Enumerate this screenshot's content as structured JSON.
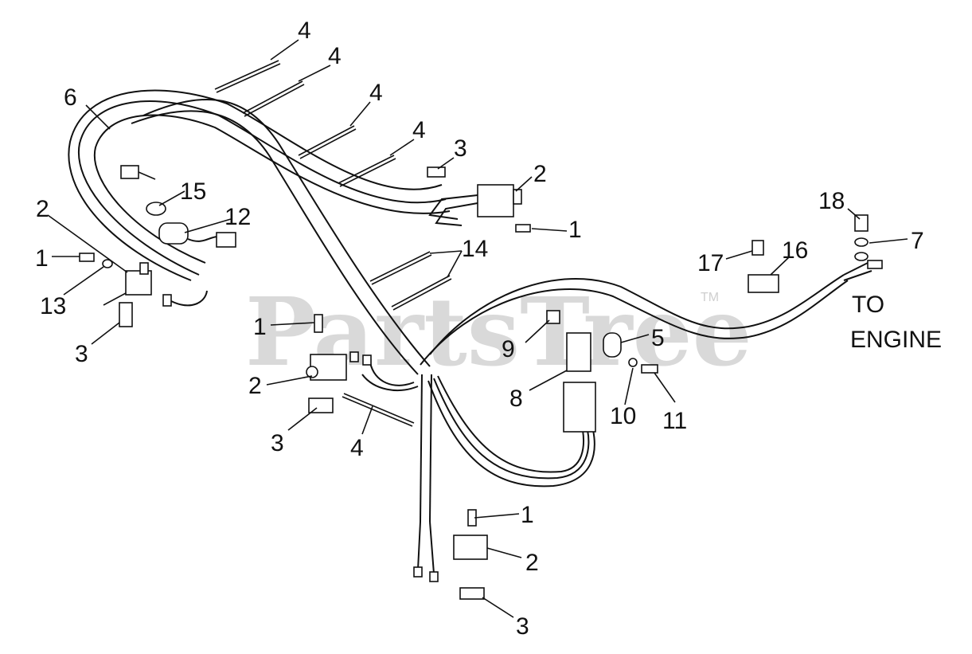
{
  "watermark": {
    "text": "PartsTree",
    "tm": "TM"
  },
  "caption": {
    "line1": "TO",
    "line2": "ENGINE"
  },
  "callouts": {
    "c4a": "4",
    "c4b": "4",
    "c4c": "4",
    "c4d": "4",
    "c4e": "4",
    "c6": "6",
    "c3a": "3",
    "c2a": "2",
    "c1a": "1",
    "c15": "15",
    "c12": "12",
    "c2b": "2",
    "c1b": "1",
    "c13": "13",
    "c3b": "3",
    "c14": "14",
    "c18": "18",
    "c7": "7",
    "c17": "17",
    "c16": "16",
    "c1c": "1",
    "c2c": "2",
    "c3c": "3",
    "c9": "9",
    "c5": "5",
    "c8": "8",
    "c10": "10",
    "c11": "11",
    "c1d": "1",
    "c2d": "2",
    "c3d": "3"
  }
}
